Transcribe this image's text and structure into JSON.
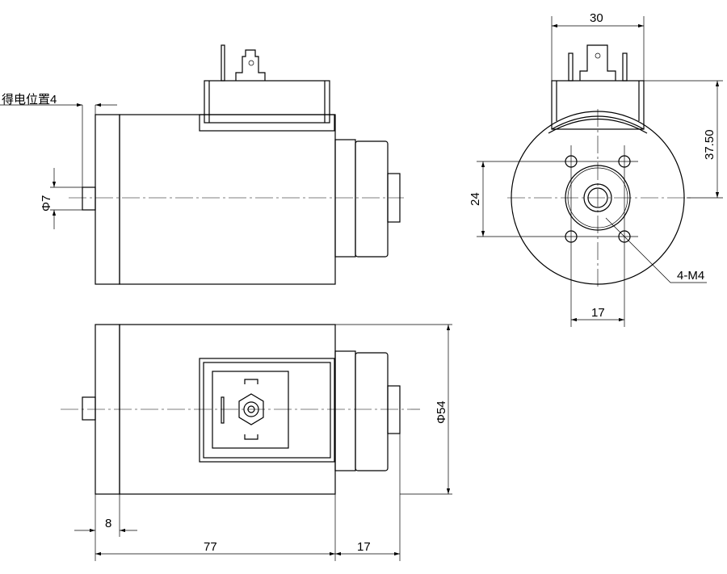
{
  "dimensions": {
    "energized_position": "得电位置4",
    "shaft_diameter": "Φ7",
    "connector_width": "30",
    "height_to_center": "37.50",
    "hole_vertical_spacing": "24",
    "hole_horizontal_spacing": "17",
    "mounting_holes": "4-M4",
    "body_diameter": "Φ54",
    "cap_length": "8",
    "body_length": "77",
    "nose_length": "17"
  }
}
